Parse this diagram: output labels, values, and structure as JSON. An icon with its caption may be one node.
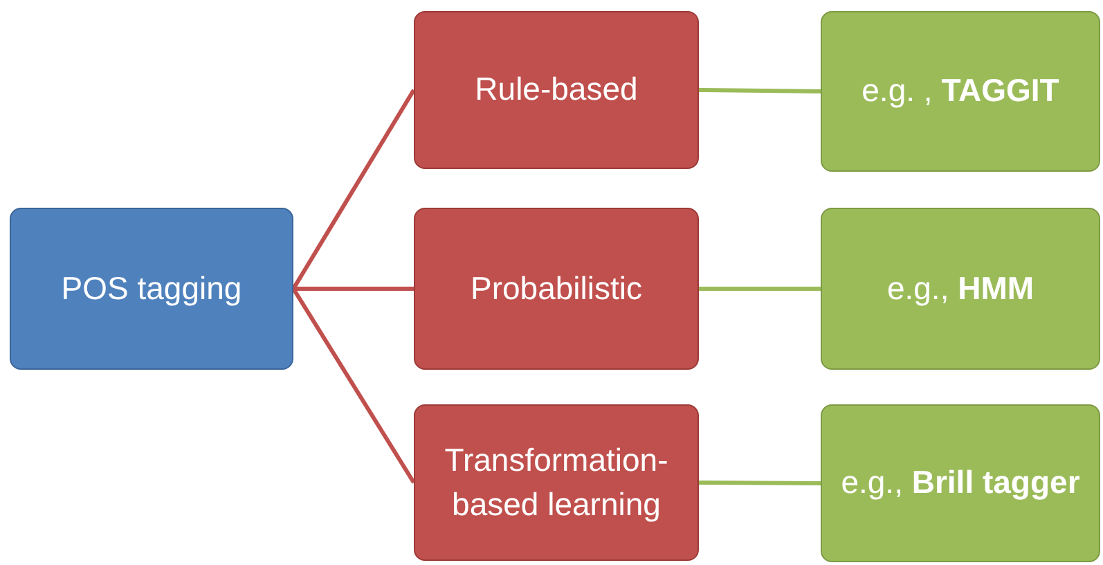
{
  "diagram": {
    "nodes": [
      {
        "text": [
          "POS tagging"
        ]
      },
      {
        "text": [
          "Rule-based"
        ]
      },
      {
        "text": [
          "Probabilistic"
        ]
      },
      {
        "text": [
          "Transformation-based learning"
        ]
      },
      {
        "text": [
          "e.g. , **TAGGIT**"
        ]
      },
      {
        "text": [
          "e.g., **HMM**"
        ]
      },
      {
        "text": [
          "e.g., **Brill tagger**"
        ]
      }
    ],
    "edges": [
      {
        "from": 0,
        "to": 1,
        "arrow": "none"
      },
      {
        "from": 0,
        "to": 2,
        "arrow": "none"
      },
      {
        "from": 0,
        "to": 3,
        "arrow": "none"
      },
      {
        "from": 1,
        "to": 4,
        "arrow": "none",
        "color": "#9bbb59"
      },
      {
        "from": 2,
        "to": 5,
        "arrow": "none",
        "color": "#9bbb59"
      },
      {
        "from": 3,
        "to": 6,
        "arrow": "none",
        "color": "#9bbb59"
      }
    ]
  }
}
